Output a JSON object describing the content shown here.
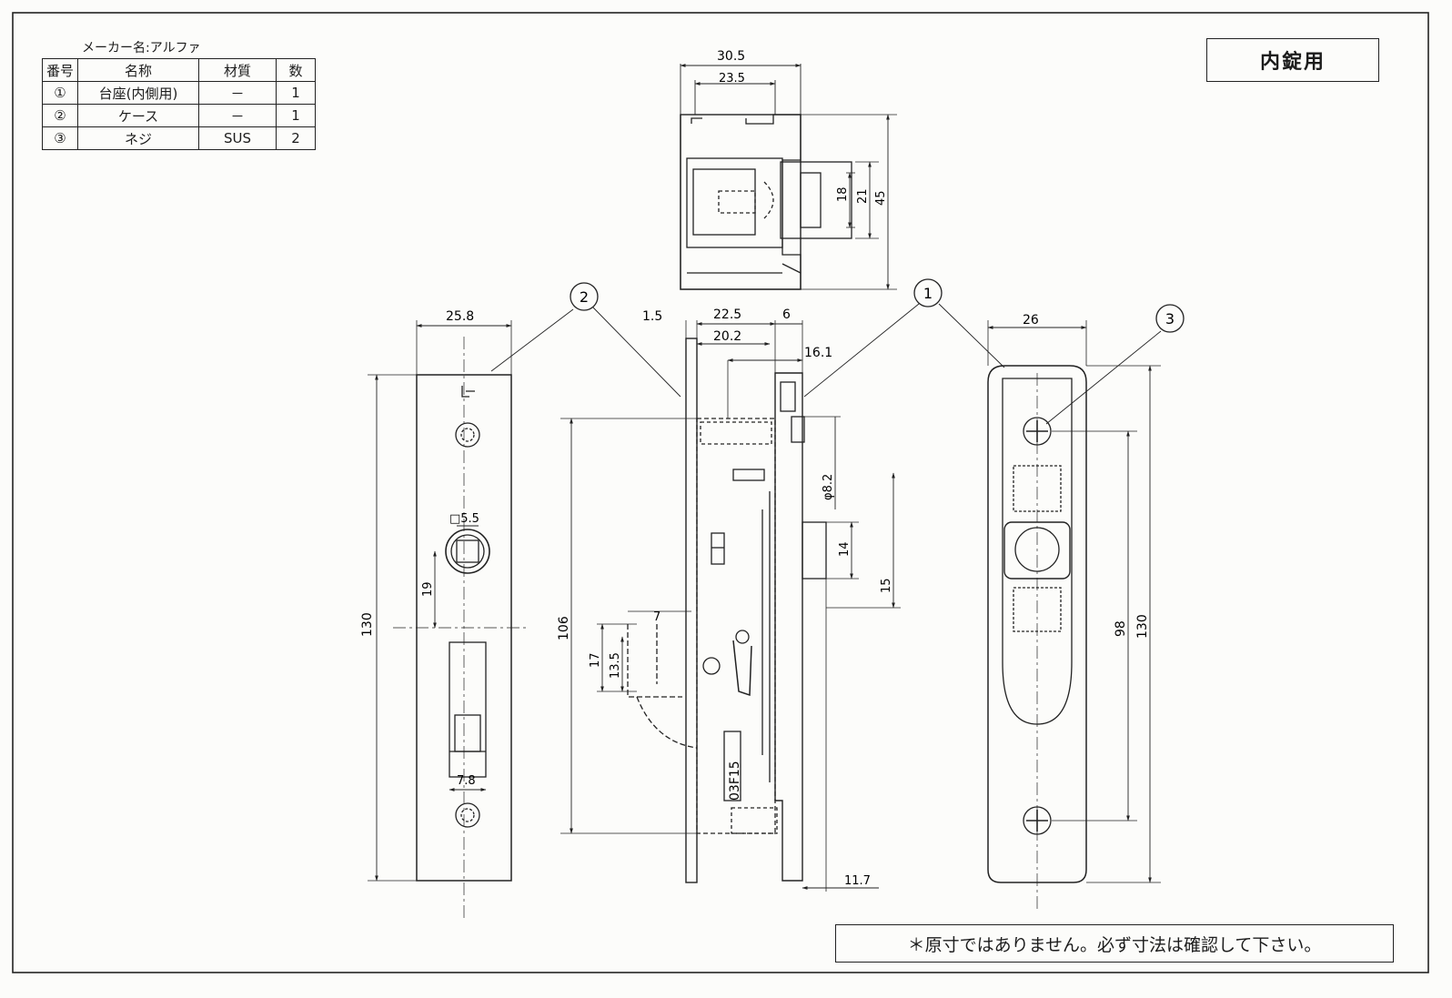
{
  "maker_label": "メーカー名:アルファ",
  "title": "内錠用",
  "note": "＊原寸ではありません。必ず寸法は確認して下さい。",
  "parts_table": {
    "headers": [
      "番号",
      "名称",
      "材質",
      "数"
    ],
    "rows": [
      [
        "①",
        "台座(内側用)",
        "－",
        "1"
      ],
      [
        "②",
        "ケース",
        "－",
        "1"
      ],
      [
        "③",
        "ネジ",
        "SUS",
        "2"
      ]
    ]
  },
  "callouts": [
    "1",
    "2",
    "3"
  ],
  "dimensions": {
    "top_width_outer": "30.5",
    "top_width_inner": "23.5",
    "top_h_18": "18",
    "top_h_21": "21",
    "top_h_45": "45",
    "left_width": "25.8",
    "left_height": "130",
    "left_square": "□5.5",
    "left_19": "19",
    "left_slot": "7.8",
    "side_1_5": "1.5",
    "side_22_5": "22.5",
    "side_6": "6",
    "side_20_2": "20.2",
    "side_16": "16.1",
    "side_106": "106",
    "side_phi": "φ8.2",
    "side_14": "14",
    "side_15": "15",
    "side_7_5": "7",
    "side_17": "17",
    "side_13_5": "13.5",
    "side_11_7": "11.7",
    "side_stamp": "03F15",
    "right_width": "26",
    "right_98": "98",
    "right_130": "130"
  }
}
